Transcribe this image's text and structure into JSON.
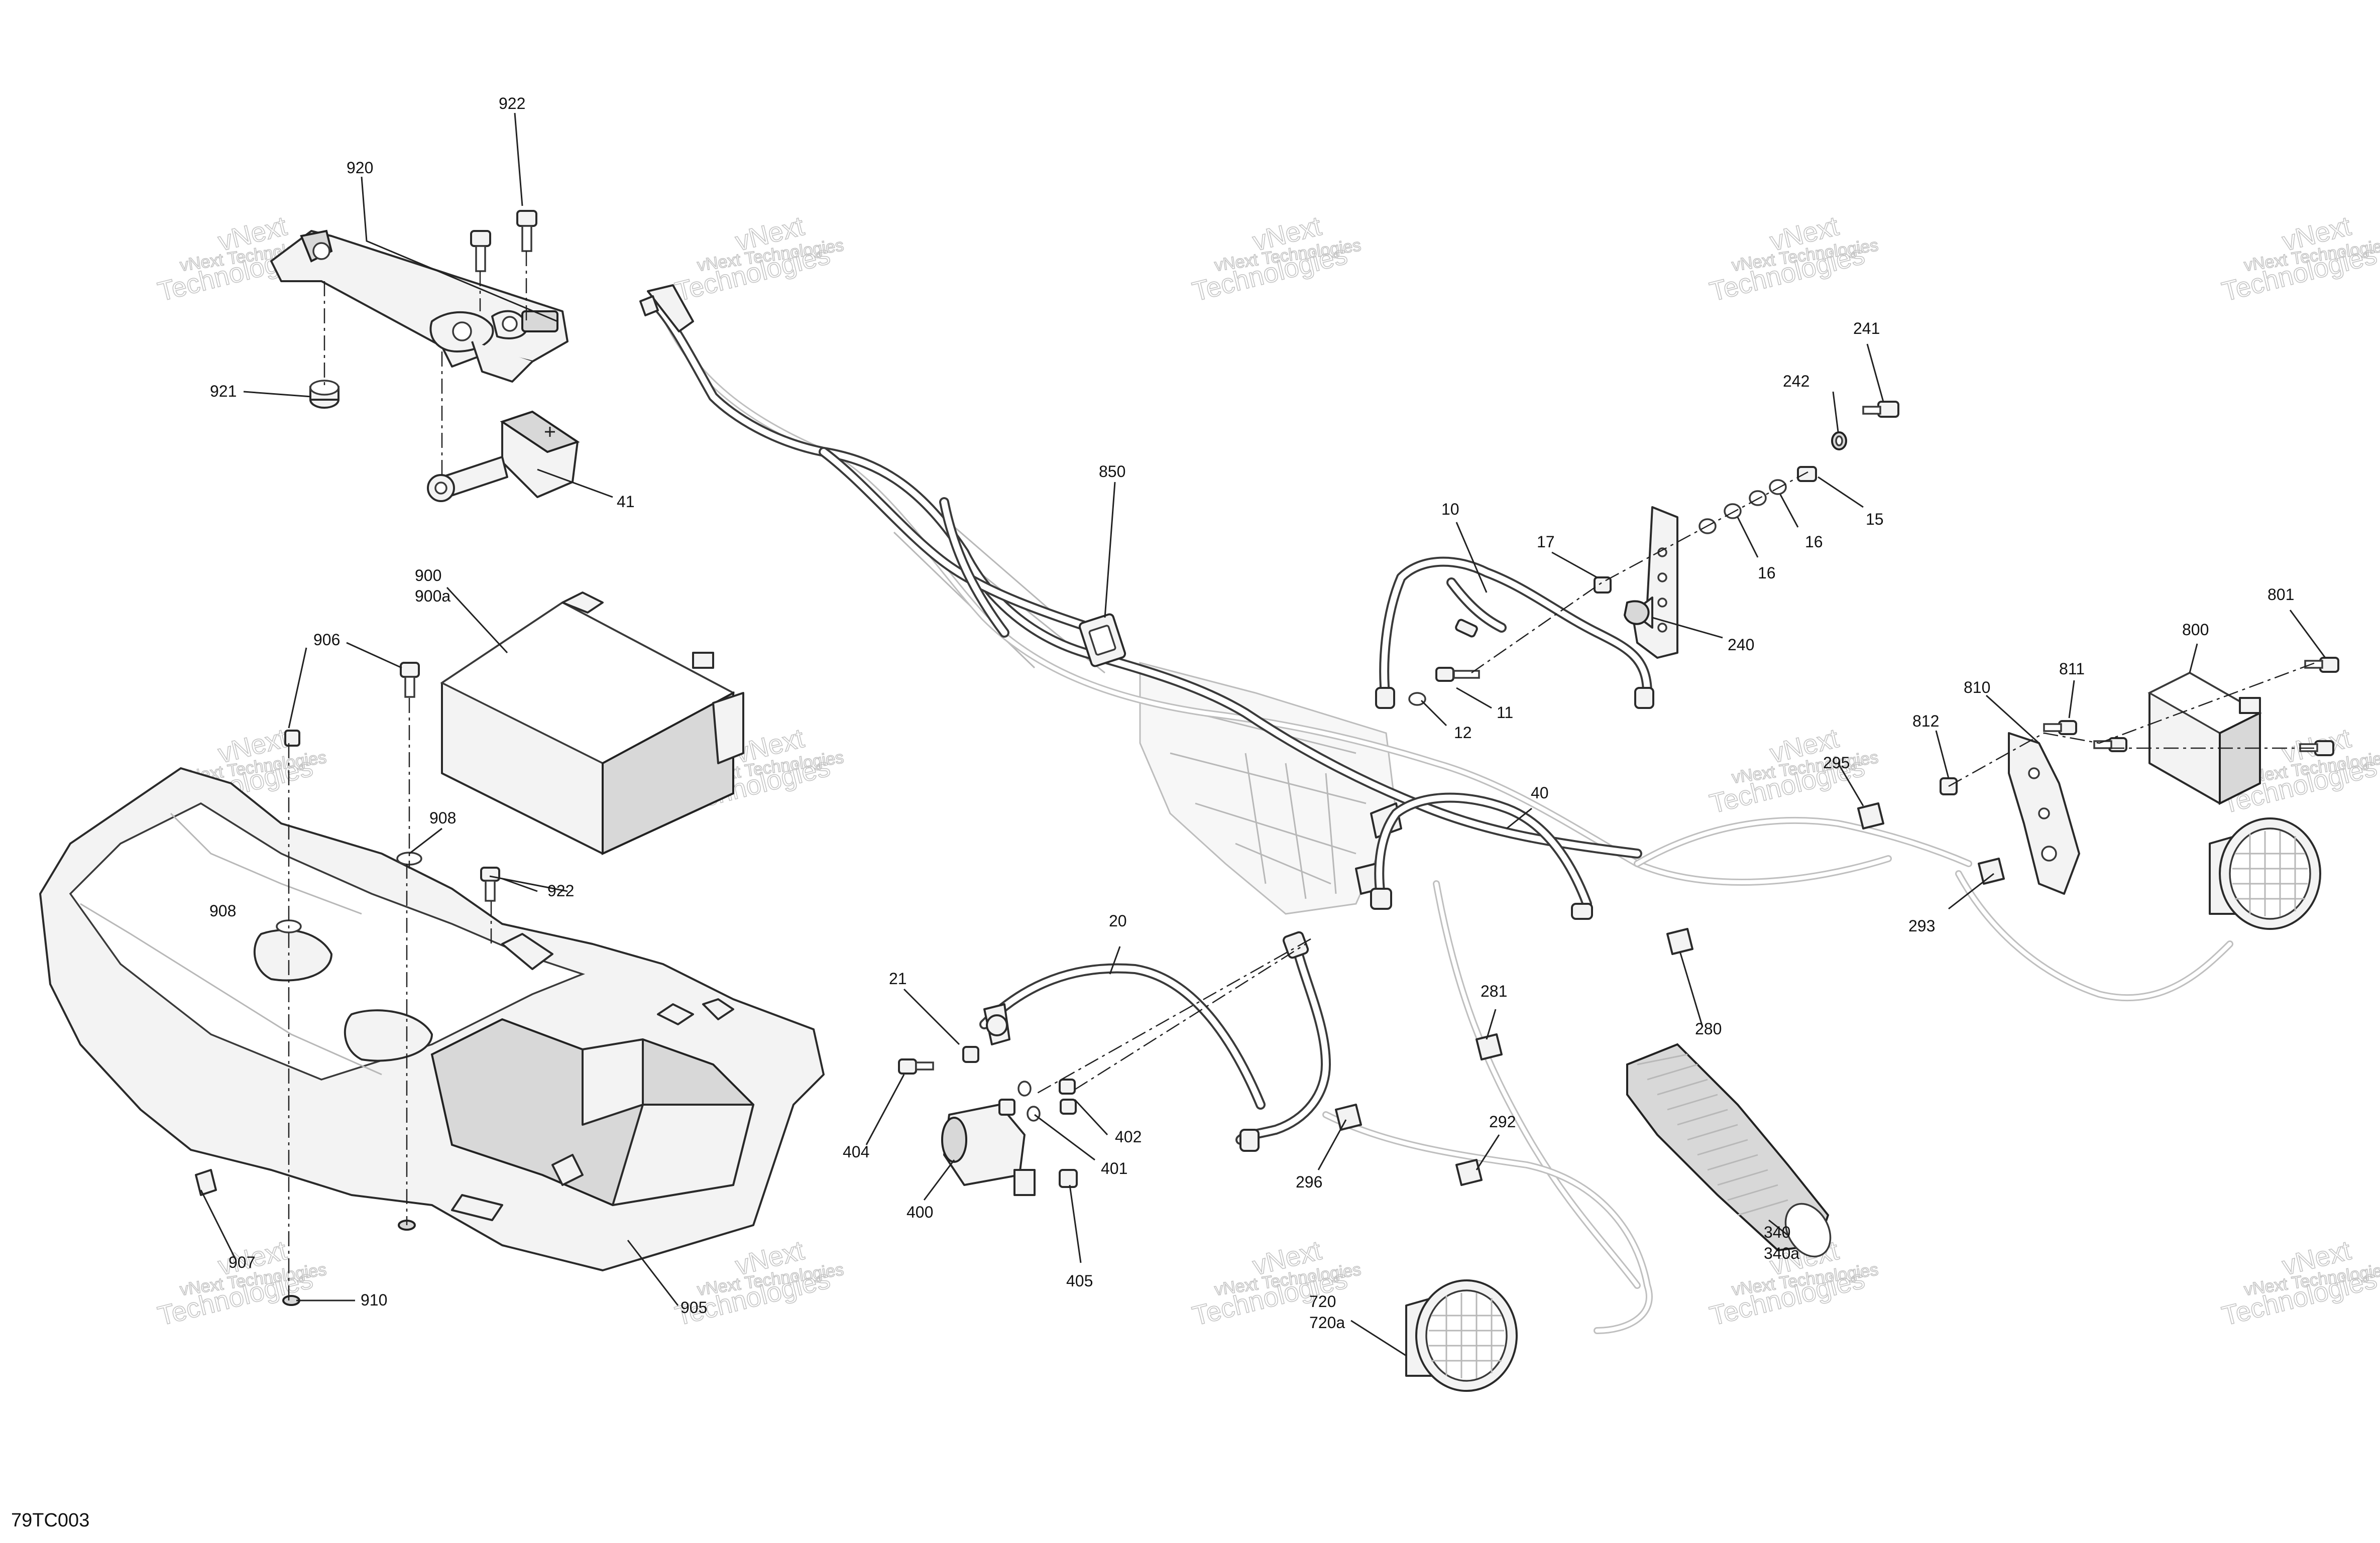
{
  "figure_code": "79TC003",
  "watermark": {
    "line1": "vNext",
    "line2": "vNext Technologies",
    "line3": "Technologies"
  },
  "callouts": [
    "922",
    "920",
    "921",
    "41",
    "900",
    "900a",
    "906",
    "908",
    "908",
    "922",
    "907",
    "910",
    "905",
    "850",
    "10",
    "17",
    "11",
    "12",
    "241",
    "242",
    "15",
    "16",
    "16",
    "240",
    "40",
    "20",
    "21",
    "404",
    "400",
    "402",
    "401",
    "405",
    "801",
    "800",
    "811",
    "810",
    "812",
    "295",
    "293",
    "281",
    "280",
    "292",
    "296",
    "340",
    "340a",
    "720",
    "720a"
  ]
}
